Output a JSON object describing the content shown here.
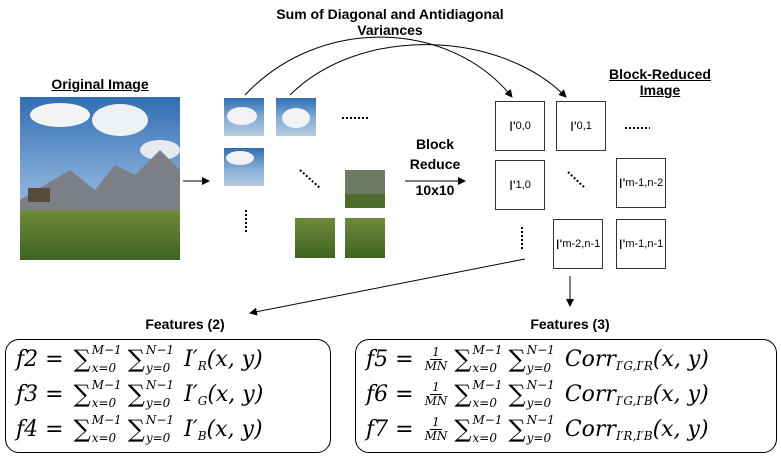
{
  "title_line1": "Sum of Diagonal and Antidiagonal",
  "title_line2": "Variances",
  "original_label": "Original Image",
  "reduced_label_1": "Block-Reduced",
  "reduced_label_2": "Image",
  "block_reduce": [
    "Block",
    "Reduce",
    "10x10"
  ],
  "blocks": [
    {
      "base": "I'",
      "sub": "0,0"
    },
    {
      "base": "I'",
      "sub": "0,1"
    },
    {
      "base": "I'",
      "sub": "1,0"
    },
    {
      "base": "I'",
      "sub": "m-1,n-2"
    },
    {
      "base": "I'",
      "sub": "m-2,n-1"
    },
    {
      "base": "I'",
      "sub": "m-1,n-1"
    }
  ],
  "features_left_label": "Features (2)",
  "features_right_label": "Features (3)",
  "formulas_left": [
    {
      "lhs": "f2",
      "frac": null,
      "func": "I′",
      "fsub": "R",
      "args": "(x, y)"
    },
    {
      "lhs": "f3",
      "frac": null,
      "func": "I′",
      "fsub": "G",
      "args": "(x, y)"
    },
    {
      "lhs": "f4",
      "frac": null,
      "func": "I′",
      "fsub": "B",
      "args": "(x, y)"
    }
  ],
  "formulas_right": [
    {
      "lhs": "f5",
      "frac": [
        "1",
        "MN"
      ],
      "func": "Corr",
      "fsub": "I′G,I′R",
      "args": "(x, y)"
    },
    {
      "lhs": "f6",
      "frac": [
        "1",
        "MN"
      ],
      "func": "Corr",
      "fsub": "I′G,I′B",
      "args": "(x, y)"
    },
    {
      "lhs": "f7",
      "frac": [
        "1",
        "MN"
      ],
      "func": "Corr",
      "fsub": "I′R,I′B",
      "args": "(x, y)"
    }
  ],
  "sum1": {
    "upper": "M−1",
    "lower": "x=0"
  },
  "sum2": {
    "upper": "N−1",
    "lower": "y=0"
  },
  "ellipsis": "......"
}
